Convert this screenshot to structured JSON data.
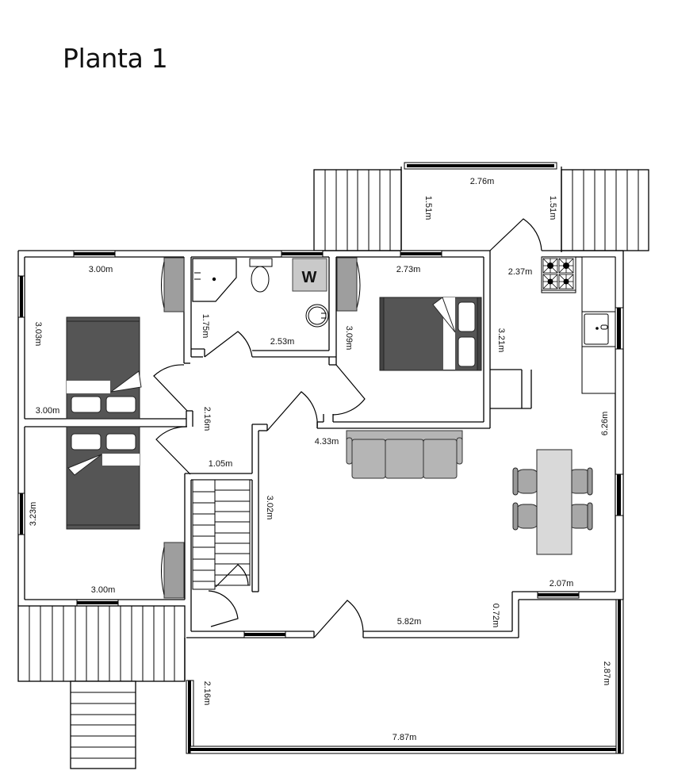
{
  "title": "Planta 1",
  "plan": {
    "rooms": [
      {
        "id": "bedroom-1",
        "name": "Bedroom (top-left)",
        "dims": [
          "3.00m",
          "3.03m",
          "3.00m"
        ]
      },
      {
        "id": "bathroom",
        "name": "Bathroom",
        "dims": [
          "1.75m",
          "2.53m"
        ],
        "washer_label": "W"
      },
      {
        "id": "master-bedroom",
        "name": "Master bedroom",
        "dims": [
          "2.73m",
          "3.09m",
          "3.21m"
        ]
      },
      {
        "id": "bedroom-2",
        "name": "Bedroom (bottom-left)",
        "dims": [
          "3.23m",
          "3.00m"
        ]
      },
      {
        "id": "hallway",
        "name": "Hallway",
        "dims": [
          "2.16m",
          "1.05m"
        ]
      },
      {
        "id": "stairs",
        "name": "Staircase",
        "dims": [
          "3.02m"
        ]
      },
      {
        "id": "living-kitchen",
        "name": "Living / dining / kitchen",
        "dims": [
          "2.37m",
          "4.33m",
          "6.26m",
          "2.07m",
          "5.82m",
          "0.72m"
        ]
      },
      {
        "id": "balcony-top",
        "name": "Top balcony",
        "dims": [
          "2.76m",
          "1.51m",
          "1.51m"
        ]
      },
      {
        "id": "terrace",
        "name": "Bottom terrace",
        "dims": [
          "2.16m",
          "2.87m",
          "7.87m"
        ]
      }
    ],
    "labels": {
      "bal_w": "2.76m",
      "bal_h_left": "1.51m",
      "bal_h_right": "1.51m",
      "bed1_w": "3.00m",
      "bed1_h": "3.03m",
      "bed1_bottom": "3.00m",
      "bath_h": "1.75m",
      "bath_w": "2.53m",
      "washer": "W",
      "master_w": "2.73m",
      "master_h": "3.09m",
      "master_h2": "3.21m",
      "kitchen_w": "2.37m",
      "hall_h": "2.16m",
      "hall_w": "1.05m",
      "living_w": "4.33m",
      "living_h": "6.26m",
      "bed2_h": "3.23m",
      "bed2_w": "3.00m",
      "stairs_h": "3.02m",
      "dining_w": "2.07m",
      "front_w": "5.82m",
      "step_h": "0.72m",
      "terrace_h_left": "2.16m",
      "terrace_h_right": "2.87m",
      "terrace_w": "7.87m"
    },
    "colors": {
      "wall": "#000000",
      "bed": "#555555",
      "wardrobe": "#9e9e9e",
      "sofa": "#b5b5b5",
      "table": "#d9d9d9",
      "background": "#ffffff"
    }
  }
}
